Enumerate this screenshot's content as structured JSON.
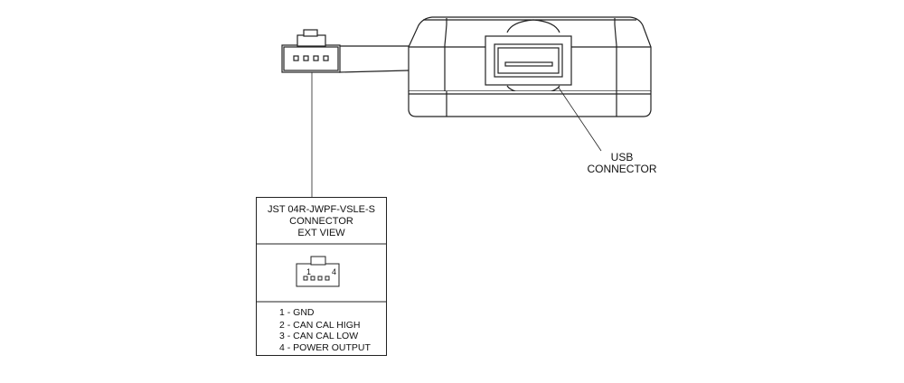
{
  "usb_label": {
    "line1": "USB",
    "line2": "CONNECTOR"
  },
  "jst_table": {
    "title_line1": "JST 04R-JWPF-VSLE-S",
    "title_line2": "CONNECTOR",
    "title_line3": "EXT VIEW",
    "pin_mark_first": "1",
    "pin_mark_last": "4",
    "pins": [
      "1 - GND",
      "2 - CAN CAL HIGH",
      "3 - CAN CAL LOW",
      "4 - POWER OUTPUT"
    ]
  },
  "colors": {
    "line": "#222222",
    "background": "#ffffff"
  }
}
